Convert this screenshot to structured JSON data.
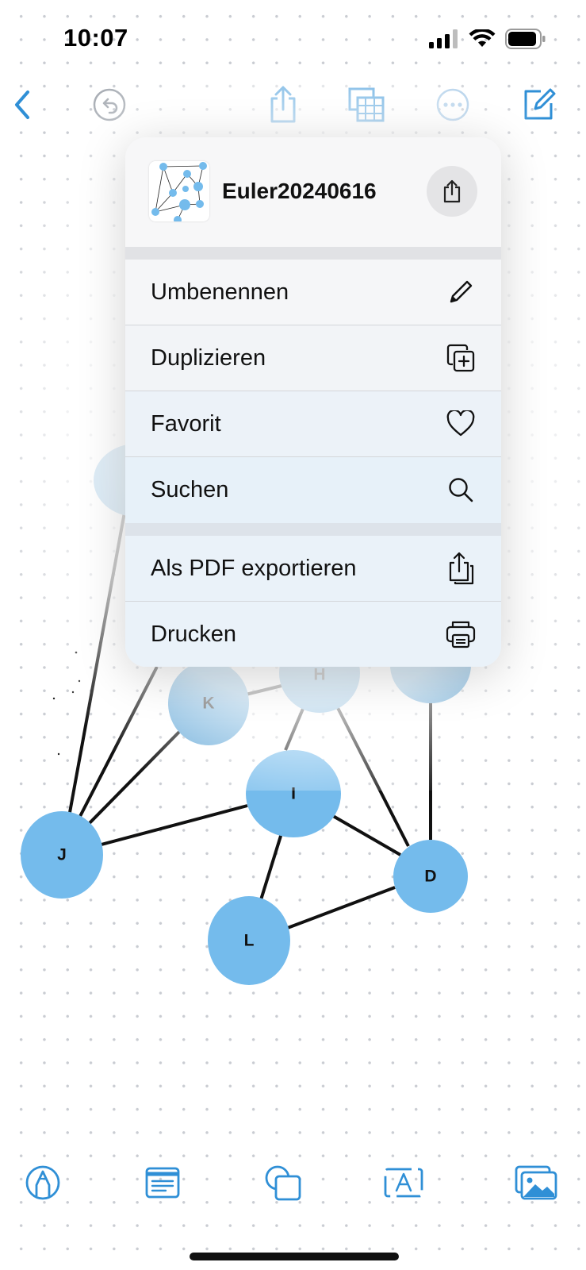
{
  "status_bar": {
    "time": "10:07"
  },
  "toolbar": {
    "back": "chevron-left-icon",
    "undo": "undo-icon",
    "share": "share-icon",
    "view": "grid-overlay-icon",
    "more": "ellipsis-icon",
    "compose": "compose-icon"
  },
  "graph": {
    "nodes": [
      "H",
      "K",
      "I",
      "J",
      "D",
      "L"
    ]
  },
  "menu": {
    "doc_title": "Euler20240616",
    "items": [
      {
        "label": "Umbenennen",
        "icon": "pencil-icon"
      },
      {
        "label": "Duplizieren",
        "icon": "duplicate-icon"
      },
      {
        "label": "Favorit",
        "icon": "heart-icon"
      },
      {
        "label": "Suchen",
        "icon": "magnifier-icon"
      },
      {
        "label": "Als PDF exportieren",
        "icon": "export-icon"
      },
      {
        "label": "Drucken",
        "icon": "printer-icon"
      }
    ]
  },
  "colors": {
    "accent": "#2f8fd6",
    "node_fill": "#74bbec",
    "node_fill_dim": "#63a8d8"
  }
}
